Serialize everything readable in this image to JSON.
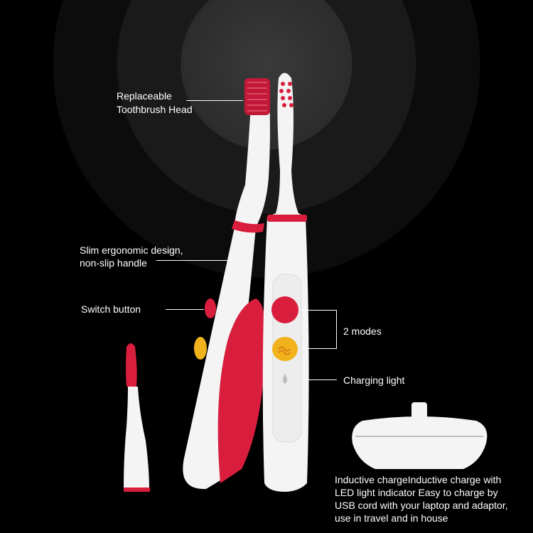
{
  "callouts": {
    "head_line1": "Replaceable",
    "head_line2": "Toothbrush Head",
    "ergo_line1": "Slim ergonomic design,",
    "ergo_line2": "non-slip handle",
    "switch": "Switch button",
    "modes": "2 modes",
    "charging": "Charging light"
  },
  "caption": {
    "line1": "Inductive chargeInductive charge with",
    "line2": "LED light indicator Easy to charge by",
    "line3": "USB cord with your laptop and adaptor,",
    "line4": "use in travel and in house"
  },
  "colors": {
    "accent": "#d81e3c",
    "mode_button": "#f2b21c",
    "body": "#f4f4f4",
    "background": "#000000"
  }
}
